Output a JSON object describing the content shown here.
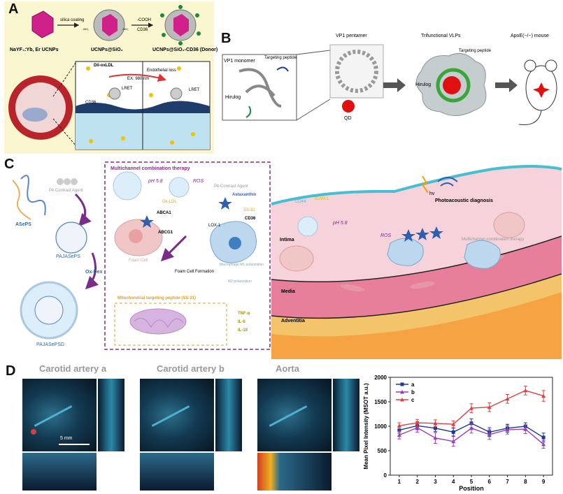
{
  "panels": {
    "a": {
      "label": "A",
      "reagents": [
        "NaYF₄:Yb, Er UCNPs",
        "UCNPs@SiO₂",
        "UCNPs@SiO₂-CD36 (Donor)"
      ],
      "steps": [
        "silica coating",
        "-COOH",
        "CD36"
      ],
      "group_labels": [
        "-NH₂",
        "-SiO₂"
      ],
      "labels": [
        "Dil-oxLDL",
        "Endothelial loss",
        "EX: 980 nm",
        "LRET",
        "LRET",
        "CD36"
      ]
    },
    "b": {
      "label": "B",
      "titles": [
        "VP1 pentamer",
        "Trifunctional VLPs",
        "ApoE(−/−) mouse"
      ],
      "labels": [
        "VP1 monomer",
        "Targeting peptide",
        "Hirulog",
        "QD",
        "Targeting peptide",
        "Hirulog"
      ]
    },
    "c": {
      "label": "C",
      "box_title": "Multichannel combination therapy",
      "left_labels": [
        "PA Contrast Agent",
        "ASePS",
        "PAJASePS",
        "Ox-Dex",
        "PAJASePSD"
      ],
      "box_labels": [
        "pH 5.8",
        "ROS",
        "PA Contrast Agent",
        "Astaxanthin",
        "SS-31",
        "ABCA1",
        "ABCG1",
        "Ox-LDL",
        "LOX-1",
        "CD36",
        "Foam Cell",
        "Foam Cell Formation",
        "Macrophage M1 polarization",
        "M2 polarization",
        "TNF-α",
        "IL-6",
        "IL-10",
        "Mitochondrial targeting peptide (SS-31)"
      ],
      "vessel_labels": [
        "CD44",
        "ICAM-1",
        "hv",
        "Photoacoustic diagnosis",
        "Intima",
        "pH 5.8",
        "ROS",
        "Multichannel combination therapy",
        "Media",
        "Adventitia"
      ]
    },
    "d": {
      "label": "D",
      "image_titles": [
        "Carotid artery a",
        "Carotid artery b",
        "Aorta"
      ],
      "scale_bar": "5 mm"
    }
  },
  "chart_data": {
    "type": "line",
    "xlabel": "Position",
    "ylabel": "Mean Pixel Intensity (MSOT a.u.)",
    "x": [
      1,
      2,
      3,
      4,
      5,
      6,
      7,
      8,
      9
    ],
    "xlim": [
      0.5,
      9.5
    ],
    "ylim": [
      0,
      2000
    ],
    "yticks": [
      0,
      500,
      1000,
      1500,
      2000
    ],
    "legend_position": "top-left",
    "series": [
      {
        "name": "a",
        "color": "#1f3a93",
        "marker": "square",
        "values": [
          920,
          1010,
          960,
          880,
          1060,
          880,
          960,
          1000,
          770
        ],
        "errors": [
          60,
          80,
          70,
          80,
          90,
          90,
          80,
          70,
          90
        ]
      },
      {
        "name": "b",
        "color": "#9b3fb5",
        "marker": "triangle",
        "values": [
          820,
          970,
          760,
          690,
          960,
          830,
          930,
          940,
          630
        ],
        "errors": [
          80,
          90,
          110,
          100,
          100,
          100,
          90,
          90,
          80
        ]
      },
      {
        "name": "c",
        "color": "#e04040",
        "marker": "triangle",
        "values": [
          1010,
          1070,
          1060,
          1040,
          1370,
          1390,
          1560,
          1730,
          1620
        ],
        "errors": [
          60,
          70,
          70,
          70,
          90,
          90,
          90,
          90,
          110
        ]
      }
    ]
  }
}
